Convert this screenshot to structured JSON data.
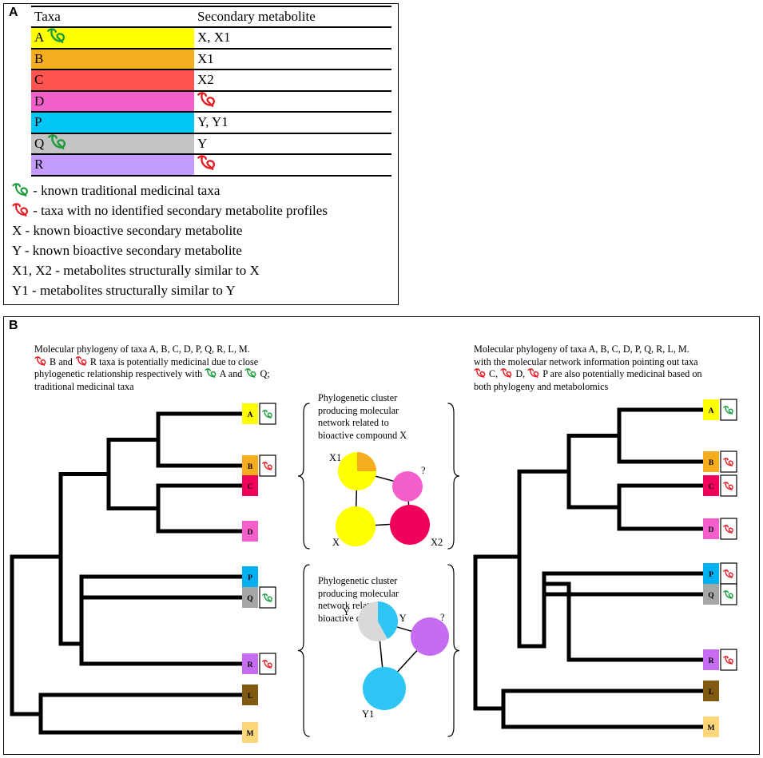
{
  "panelA": {
    "label": "A",
    "table": {
      "header": [
        "Taxa",
        "Secondary metabolite"
      ],
      "rows": [
        {
          "taxon": "A",
          "metabolite": "X, X1",
          "color": "#ffff00",
          "taxon_icon": "green-leaf-icon",
          "metabolite_icon": null
        },
        {
          "taxon": "B",
          "metabolite": "X1",
          "color": "#f5ad1d",
          "taxon_icon": null,
          "metabolite_icon": null
        },
        {
          "taxon": "C",
          "metabolite": "X2",
          "color": "#fd5450",
          "taxon_icon": null,
          "metabolite_icon": null
        },
        {
          "taxon": "D",
          "metabolite": "",
          "color": "#f55fcc",
          "taxon_icon": null,
          "metabolite_icon": "red-leaf-icon"
        },
        {
          "taxon": "P",
          "metabolite": "Y, Y1",
          "color": "#00c6f5",
          "taxon_icon": null,
          "metabolite_icon": null
        },
        {
          "taxon": "Q",
          "metabolite": "Y",
          "color": "#c4c4c4",
          "taxon_icon": "green-leaf-icon",
          "metabolite_icon": null
        },
        {
          "taxon": "R",
          "metabolite": "",
          "color": "#c39bff",
          "taxon_icon": null,
          "metabolite_icon": "red-leaf-icon"
        }
      ]
    },
    "legend": [
      {
        "icon": "green-leaf-icon",
        "text": "- known traditional medicinal taxa"
      },
      {
        "icon": "red-leaf-icon",
        "text": "- taxa with no identified secondary metabolite profiles"
      },
      {
        "icon": null,
        "text": "X - known bioactive secondary metabolite"
      },
      {
        "icon": null,
        "text": "Y - known bioactive secondary metabolite"
      },
      {
        "icon": null,
        "text": "X1, X2 - metabolites structurally similar to X"
      },
      {
        "icon": null,
        "text": "Y1 - metabolites structurally similar to Y"
      }
    ]
  },
  "panelB": {
    "label": "B",
    "left_caption": {
      "line1": "Molecular phylogeny of taxa A, B, C, D, P, Q, R, L, M.",
      "line2a": "B and",
      "line2b": "R taxa is potentially medicinal due to close",
      "line3a": "phylogenetic relationship respectively with",
      "line3b": "A and",
      "line3c": "Q;",
      "line4": "traditional medicinal taxa"
    },
    "right_caption": {
      "line1": "Molecular phylogeny of taxa  A, B, C, D, P, Q, R, L, M.",
      "line2": "with the molecular network information pointing out taxa",
      "line3a": "C,",
      "line3b": "D,",
      "line3c": "P are also potentially medicinal based on",
      "line4": "both phylogeny and metabolomics"
    },
    "cluster_x_caption": [
      "Phylogenetic cluster",
      "producing molecular",
      "network related to",
      "bioactive compound X"
    ],
    "cluster_y_caption": [
      "Phylogenetic cluster",
      "producing molecular",
      "network related to",
      "bioactive compound Y"
    ],
    "network_x": {
      "nodes": [
        {
          "label": "X1",
          "color": "#ffff00",
          "pie_fraction": 0.25,
          "pie_color": "#f5ad1d"
        },
        {
          "label": "?",
          "color": "#f55fcc"
        },
        {
          "label": "X",
          "color": "#ffff00"
        },
        {
          "label": "X2",
          "color": "#f0005a"
        }
      ]
    },
    "network_y": {
      "nodes": [
        {
          "label": "Y",
          "color": "#d9d9d9",
          "pie_fraction": 0.42,
          "pie_color": "#2ec4f3"
        },
        {
          "label": "?",
          "color": "#c56cf0"
        },
        {
          "label": "Y1",
          "color": "#2ec4f3"
        }
      ]
    },
    "left_tree": {
      "taxa": [
        {
          "label": "A",
          "color": "#ffff00",
          "icon": "green-leaf-icon"
        },
        {
          "label": "B",
          "color": "#f5ad1d",
          "icon": "red-leaf-icon"
        },
        {
          "label": "C",
          "color": "#f0005a",
          "icon": null
        },
        {
          "label": "D",
          "color": "#f55fcc",
          "icon": null
        },
        {
          "label": "P",
          "color": "#00b0f0",
          "icon": null
        },
        {
          "label": "Q",
          "color": "#a6a6a6",
          "icon": "green-leaf-icon"
        },
        {
          "label": "R",
          "color": "#c56cf0",
          "icon": "red-leaf-icon"
        },
        {
          "label": "L",
          "color": "#7f5a10",
          "icon": null
        },
        {
          "label": "M",
          "color": "#fdd77a",
          "icon": null
        }
      ]
    },
    "right_tree": {
      "taxa": [
        {
          "label": "A",
          "color": "#ffff00",
          "icon": "green-leaf-icon"
        },
        {
          "label": "B",
          "color": "#f5ad1d",
          "icon": "red-leaf-icon"
        },
        {
          "label": "C",
          "color": "#f0005a",
          "icon": "red-leaf-icon"
        },
        {
          "label": "D",
          "color": "#f55fcc",
          "icon": "red-leaf-icon"
        },
        {
          "label": "P",
          "color": "#00b0f0",
          "icon": "red-leaf-icon"
        },
        {
          "label": "Q",
          "color": "#a6a6a6",
          "icon": "green-leaf-icon"
        },
        {
          "label": "R",
          "color": "#c56cf0",
          "icon": "red-leaf-icon"
        },
        {
          "label": "L",
          "color": "#7f5a10",
          "icon": null
        },
        {
          "label": "M",
          "color": "#fdd77a",
          "icon": null
        }
      ]
    }
  }
}
